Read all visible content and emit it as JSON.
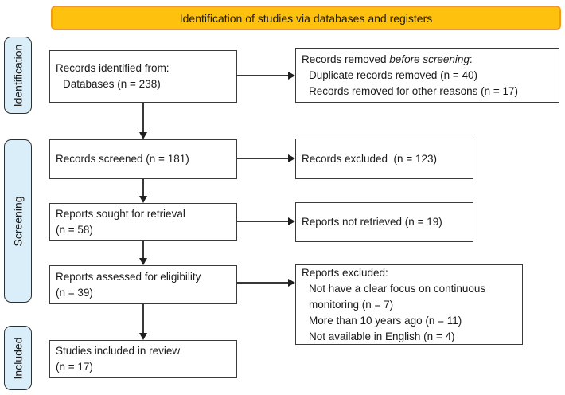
{
  "banner": {
    "label": "Identification of studies via databases and registers",
    "fill": "#FDC10E",
    "border": "#F2981F"
  },
  "stage_fill": "#D9EEF8",
  "stages": [
    {
      "label": "Identification"
    },
    {
      "label": "Screening"
    },
    {
      "label": "Included"
    }
  ],
  "boxes": {
    "identified": {
      "line1": "Records identified from:",
      "line2": "Databases (n = 238)"
    },
    "removed": {
      "line1_prefix": "Records removed ",
      "line1_italic": "before screening",
      "line1_suffix": ":",
      "line2": "Duplicate records removed (n = 40)",
      "line3": "Records removed for other reasons (n = 17)"
    },
    "screened": {
      "line1": "Records screened (n = 181)"
    },
    "excluded": {
      "line1": "Records excluded  (n = 123)"
    },
    "sought": {
      "line1": "Reports sought for retrieval",
      "line2": "(n = 58)"
    },
    "not_retrieved": {
      "line1": "Reports not retrieved (n = 19)"
    },
    "assessed": {
      "line1": "Reports assessed for eligibility",
      "line2": "(n = 39)"
    },
    "reports_excluded": {
      "line1": "Reports excluded:",
      "line2": "Not have a clear focus on continuous",
      "line3": "monitoring (n = 7)",
      "line4": "More than 10 years ago (n = 11)",
      "line5": "Not available in English (n = 4)"
    },
    "included_review": {
      "line1": "Studies included in review",
      "line2": "(n = 17)"
    }
  }
}
